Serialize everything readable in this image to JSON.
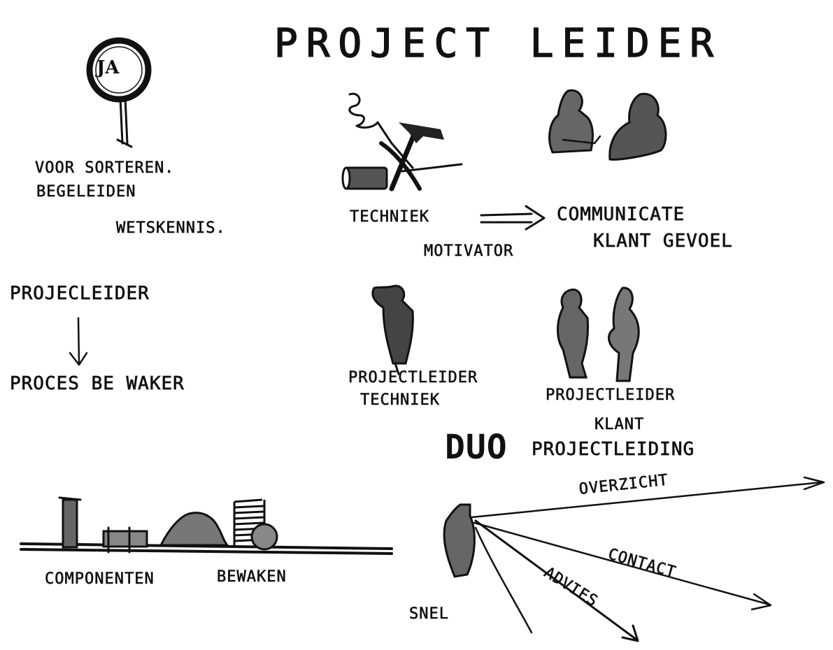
{
  "title": "PROJECT LEIDER",
  "sign": {
    "text": "JA"
  },
  "left_notes": [
    "VOOR SORTEREN.",
    "BEGELEIDEN",
    "WETSKENNIS."
  ],
  "tools": {
    "label": "TECHNIEK",
    "target_line1": "COMMUNICATE",
    "target_line2": "KLANT GEVOEL",
    "middle": "MOTIVATOR"
  },
  "flow": {
    "from": "PROJECLEIDER",
    "to": "PROCES BE WAKER"
  },
  "figures": {
    "left_line1": "PROJECTLEIDER",
    "left_line2": "TECHNIEK",
    "right_line1": "PROJECTLEIDER",
    "right_line2": "KLANT",
    "duo": "DUO",
    "duo_rest": "PROJECTLEIDING"
  },
  "bottom_left": {
    "label1": "COMPONENTEN",
    "label2": "BEWAKEN"
  },
  "bottom_right": {
    "overview": "OVERZICHT",
    "contact": "CONTACT",
    "advice": "ADVIES",
    "fast": "SNEL"
  },
  "colors": {
    "ink": "#111111",
    "paper": "#ffffff",
    "wash": "#555555"
  }
}
